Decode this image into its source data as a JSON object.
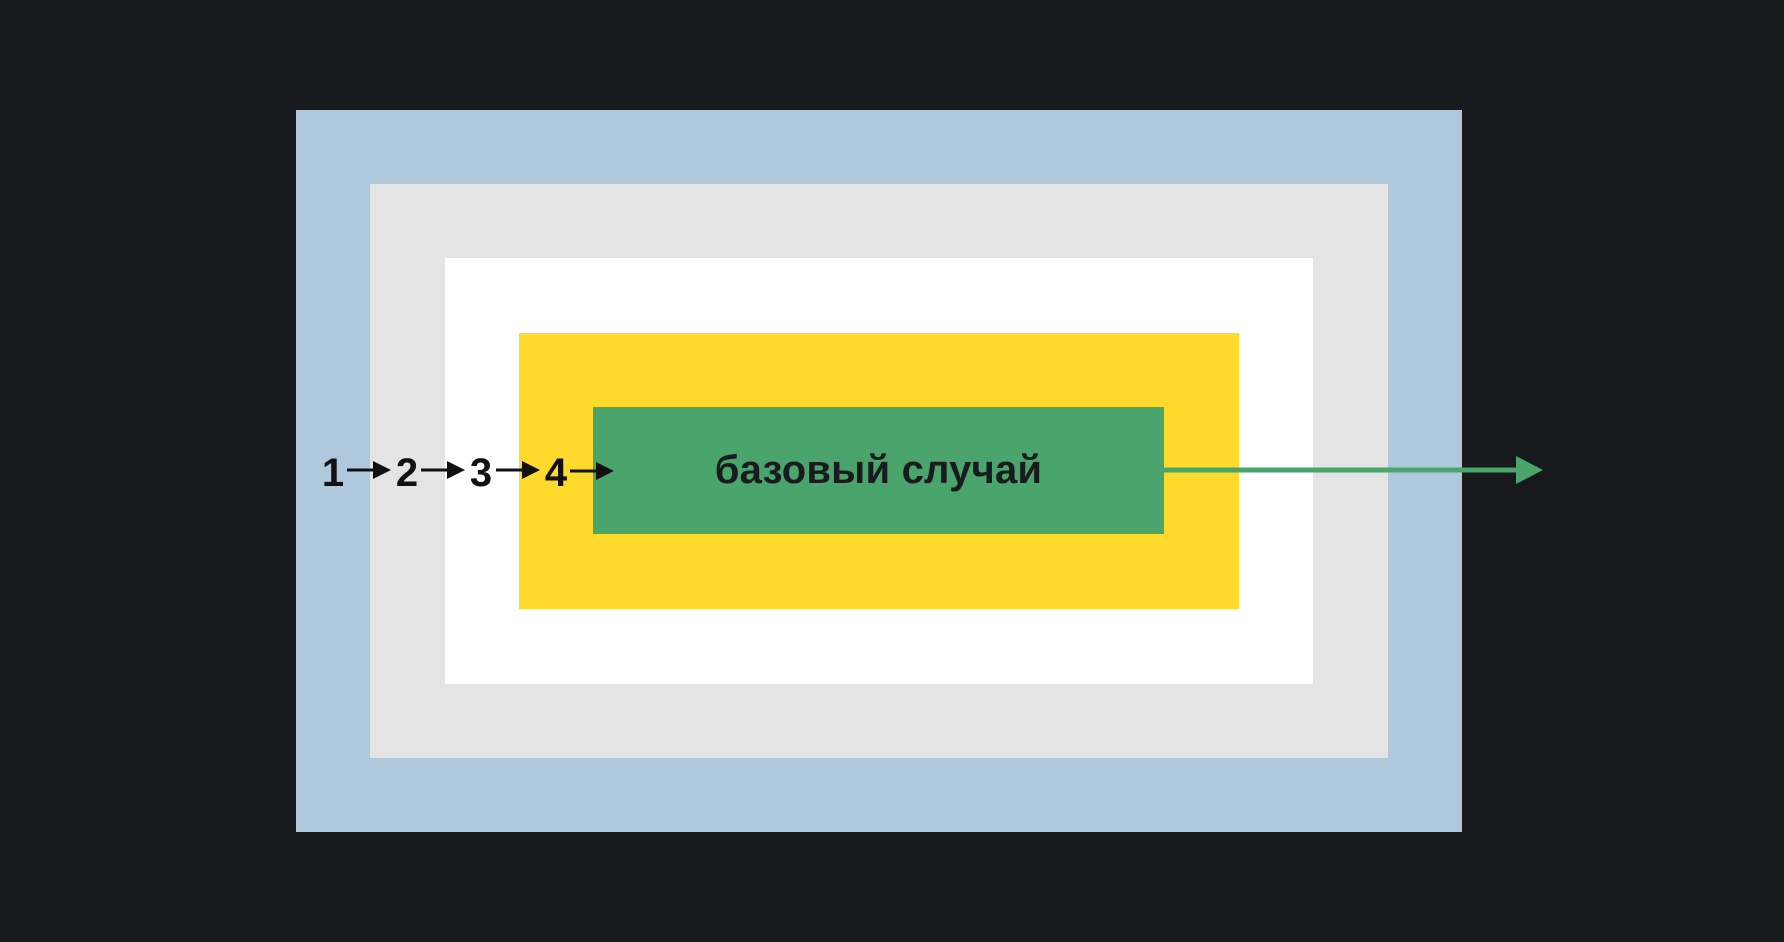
{
  "diagram": {
    "layers": [
      {
        "number": "1",
        "color": "#b0c8dc"
      },
      {
        "number": "2",
        "color": "#e4e4e4"
      },
      {
        "number": "3",
        "color": "#ffffff"
      },
      {
        "number": "4",
        "color": "#ffd92b"
      }
    ],
    "base_case": {
      "label": "базовый случай",
      "color": "#4aa56d"
    },
    "step_arrow_color": "#111111",
    "return_arrow_color": "#4aa56d",
    "background": "#18191c"
  }
}
